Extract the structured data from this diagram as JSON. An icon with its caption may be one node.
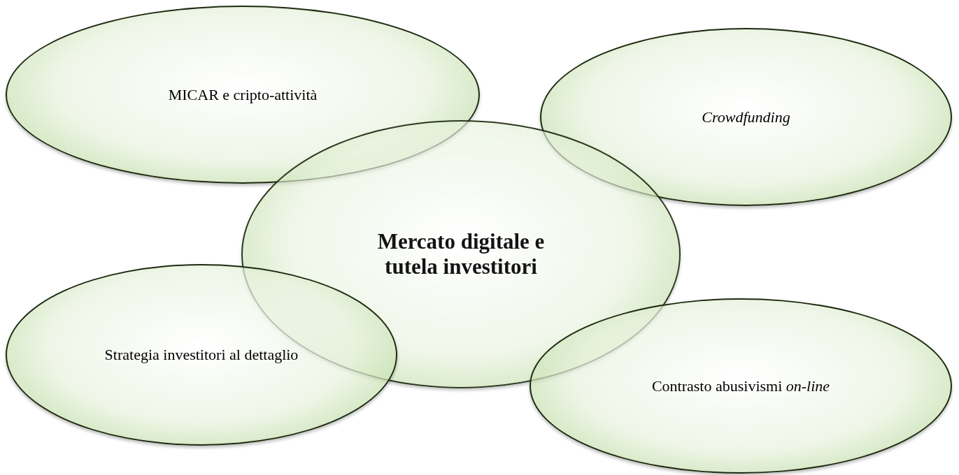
{
  "diagram": {
    "nodes": [
      {
        "text": [
          "MICAR e cripto-attività"
        ]
      },
      {
        "text": [
          "Crowdfunding"
        ]
      },
      {
        "text": [
          "Mercato digitale e tutela investitori"
        ]
      },
      {
        "text": [
          "Strategia investitori al dettaglio"
        ]
      },
      {
        "text": [
          "Contrasto abusivismi *on-line*"
        ]
      }
    ]
  }
}
